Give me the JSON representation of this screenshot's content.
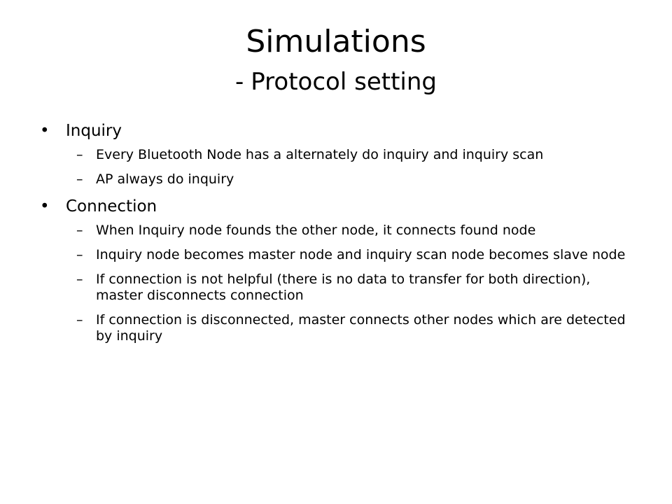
{
  "slide": {
    "title": "Simulations",
    "subtitle_dash": "-",
    "subtitle": "Protocol setting",
    "sections": [
      {
        "bullet": "•",
        "heading": "Inquiry",
        "items": [
          "Every Bluetooth Node has a alternately do inquiry and inquiry scan",
          "AP always do inquiry"
        ]
      },
      {
        "bullet": "•",
        "heading": "Connection",
        "items": [
          "When Inquiry node founds the other node, it connects found node",
          "Inquiry node becomes master node and inquiry scan node becomes slave node",
          "If connection is not helpful (there is no data to transfer for both direction), master disconnects connection",
          "If connection is disconnected, master connects other nodes which are detected by inquiry"
        ]
      }
    ],
    "sub_dash": "–"
  }
}
